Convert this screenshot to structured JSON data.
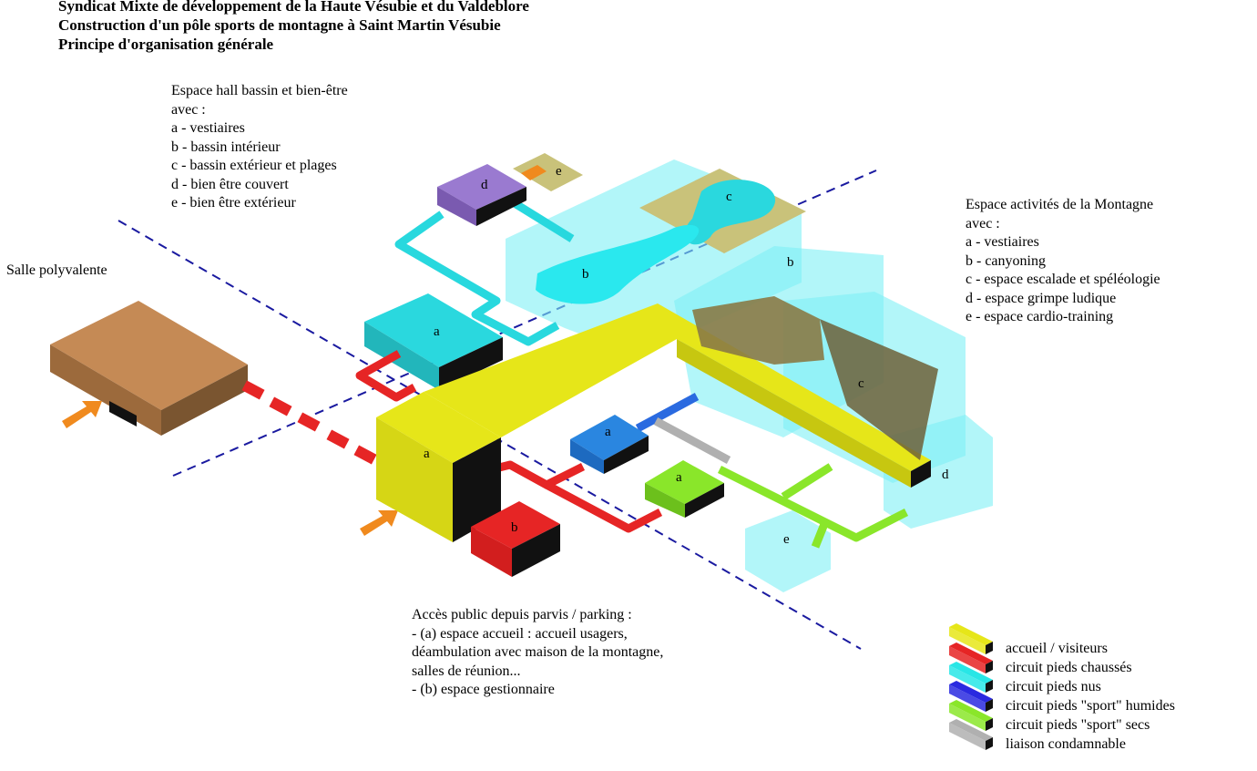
{
  "title_lines": [
    "Syndicat Mixte de développement de la Haute Vésubie et du Valdeblore",
    "Construction d'un pôle sports de montagne à Saint Martin Vésubie",
    "Principe d'organisation générale"
  ],
  "hall": {
    "heading": "Espace hall bassin et bien-être",
    "avec": "avec :",
    "items": [
      "a - vestiaires",
      "b - bassin intérieur",
      "c - bassin extérieur et plages",
      "d - bien être couvert",
      "e - bien être extérieur"
    ]
  },
  "montagne": {
    "heading": "Espace activités de la Montagne",
    "avec": "avec :",
    "items": [
      "a - vestiaires",
      "b - canyoning",
      "c - espace escalade et spéléologie",
      "d - espace grimpe ludique",
      "e - espace cardio-training"
    ]
  },
  "salle": "Salle polyvalente",
  "acces": {
    "lines": [
      "Accès public depuis parvis / parking :",
      "- (a) espace accueil : accueil usagers,",
      "déambulation avec maison de la montagne,",
      "salles de réunion...",
      "- (b) espace gestionnaire"
    ]
  },
  "labels": {
    "a": "a",
    "b": "b",
    "c": "c",
    "d": "d",
    "e": "e"
  },
  "legend": [
    {
      "label": "accueil / visiteurs",
      "color": "#e6e619"
    },
    {
      "label": "circuit pieds chaussés",
      "color": "#e62525"
    },
    {
      "label": "circuit pieds nus",
      "color": "#28e6e6"
    },
    {
      "label": "circuit pieds \"sport\" humides",
      "color": "#2a2ae0"
    },
    {
      "label": "circuit pieds \"sport\" secs",
      "color": "#8ae62a"
    },
    {
      "label": "liaison condamnable",
      "color": "#b0b0b0"
    }
  ]
}
